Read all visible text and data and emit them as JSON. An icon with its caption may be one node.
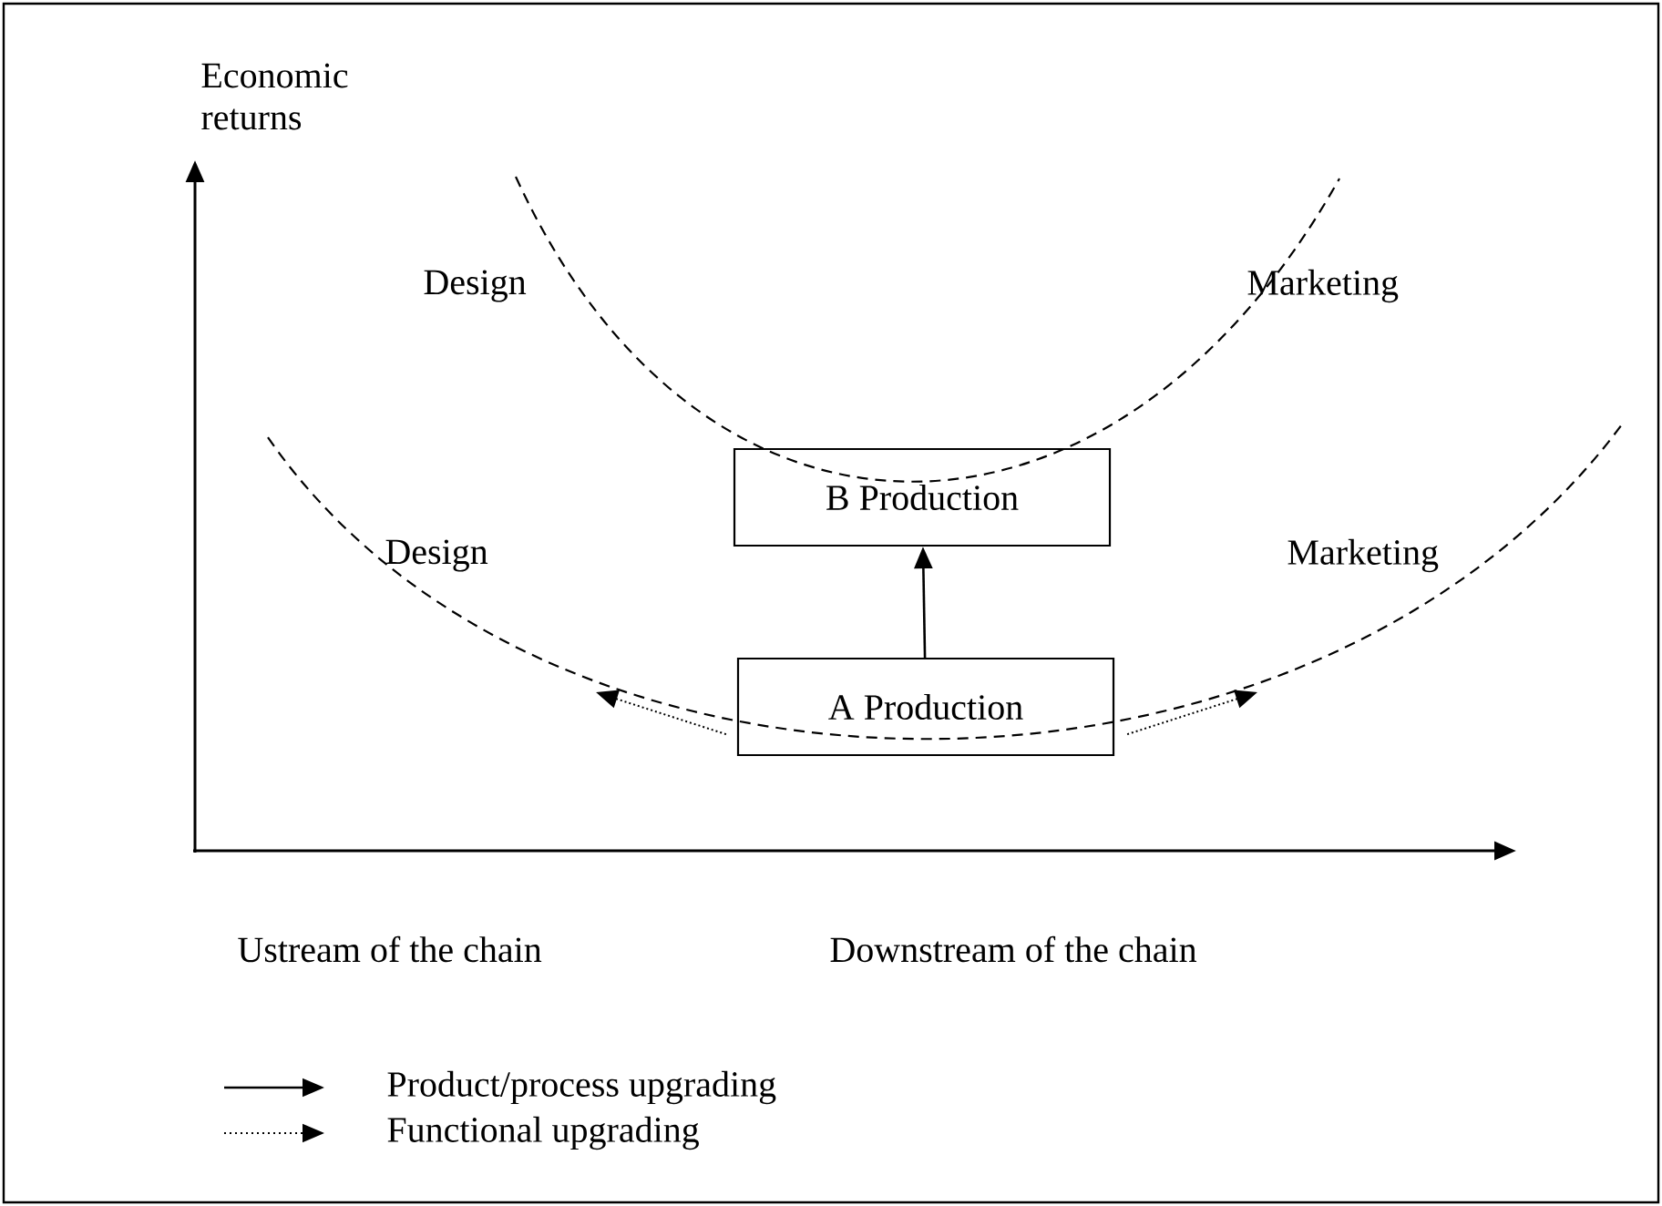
{
  "diagram": {
    "nodes": [
      {
        "text": [
          "B Production"
        ]
      },
      {
        "text": [
          "A Production"
        ]
      }
    ],
    "edges": [
      {
        "from": 1,
        "to": 0,
        "arrow": "to"
      },
      {
        "from": 1,
        "to": null,
        "arrow": "to",
        "style": "dashed"
      },
      {
        "from": 1,
        "to": null,
        "arrow": "to",
        "style": "dashed"
      }
    ],
    "labels": [
      "Economic returns",
      "Design",
      "Marketing",
      "Design",
      "Marketing",
      "Ustream of the chain",
      "Downstream of the chain"
    ],
    "legend": [
      {
        "text": "Product/process upgrading"
      },
      {
        "text": "Functional upgrading"
      }
    ]
  }
}
